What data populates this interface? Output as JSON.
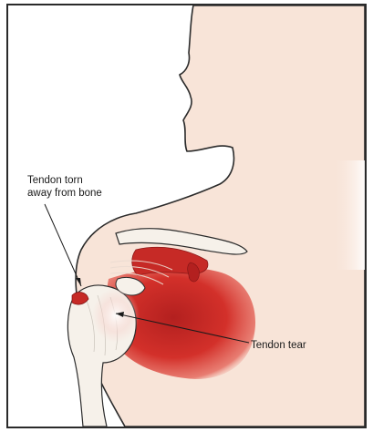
{
  "labels": {
    "tendon_torn_line1": "Tendon torn",
    "tendon_torn_line2": "away from bone",
    "tendon_tear": "Tendon tear"
  },
  "colors": {
    "skin": "#f8e4d8",
    "outline": "#2b2b2b",
    "muscle": "#d3302a",
    "muscle_dark": "#a51d1c",
    "bone": "#f6f1ea",
    "frame": "#2a2a2a"
  }
}
